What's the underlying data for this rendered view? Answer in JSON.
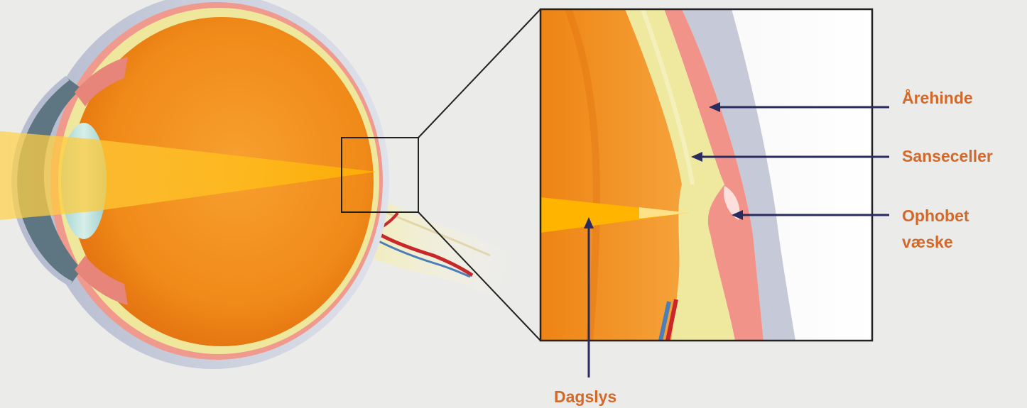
{
  "labels": {
    "arehinde": "Årehinde",
    "sanseceller": "Sanseceller",
    "ophobet_line1": "Ophobet",
    "ophobet_line2": "væske",
    "dagslys": "Dagslys"
  },
  "colors": {
    "label": "#d2692a",
    "pointer": "#2a2b5e",
    "background": "#ebebe9",
    "eye_interior": "#f28a18",
    "retina": "#efe79c",
    "choroid": "#f08f86",
    "sclera": "#c9cedc",
    "light_beam": "#ffc21a"
  }
}
